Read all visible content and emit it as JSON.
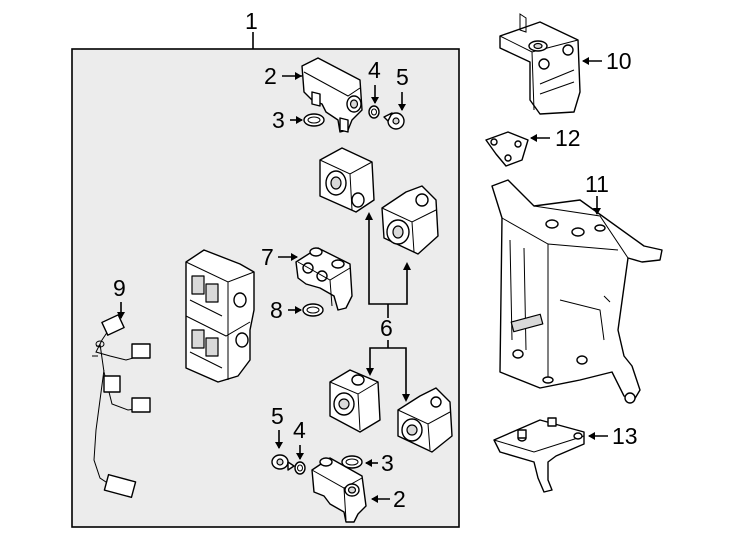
{
  "diagram": {
    "callouts": {
      "c1": "1",
      "c2_top": "2",
      "c3_top": "3",
      "c4_top": "4",
      "c5_top": "5",
      "c6": "6",
      "c7": "7",
      "c8": "8",
      "c9": "9",
      "c10": "10",
      "c11": "11",
      "c12": "12",
      "c13": "13",
      "c2_bottom": "2",
      "c3_bottom": "3",
      "c4_bottom": "4",
      "c5_bottom": "5"
    },
    "colors": {
      "line": "#000000",
      "box_fill": "#ececec",
      "part_fill": "#ffffff",
      "shade": "#d9d9d9"
    }
  }
}
